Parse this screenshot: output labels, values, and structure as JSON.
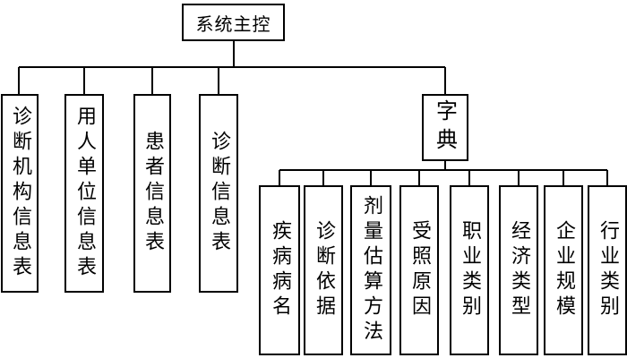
{
  "root": {
    "label": "系统主控"
  },
  "branches": [
    {
      "label": "诊断机构信息表"
    },
    {
      "label": "用人单位信息表"
    },
    {
      "label": "患者信息表"
    },
    {
      "label": "诊断信息表"
    }
  ],
  "dictionary": {
    "label": "字典",
    "items": [
      {
        "label": "疾病病名"
      },
      {
        "label": "诊断依据"
      },
      {
        "label": "剂量估算方法"
      },
      {
        "label": "受照原因"
      },
      {
        "label": "职业类别"
      },
      {
        "label": "经济类型"
      },
      {
        "label": "企业规模"
      },
      {
        "label": "行业类别"
      }
    ]
  }
}
